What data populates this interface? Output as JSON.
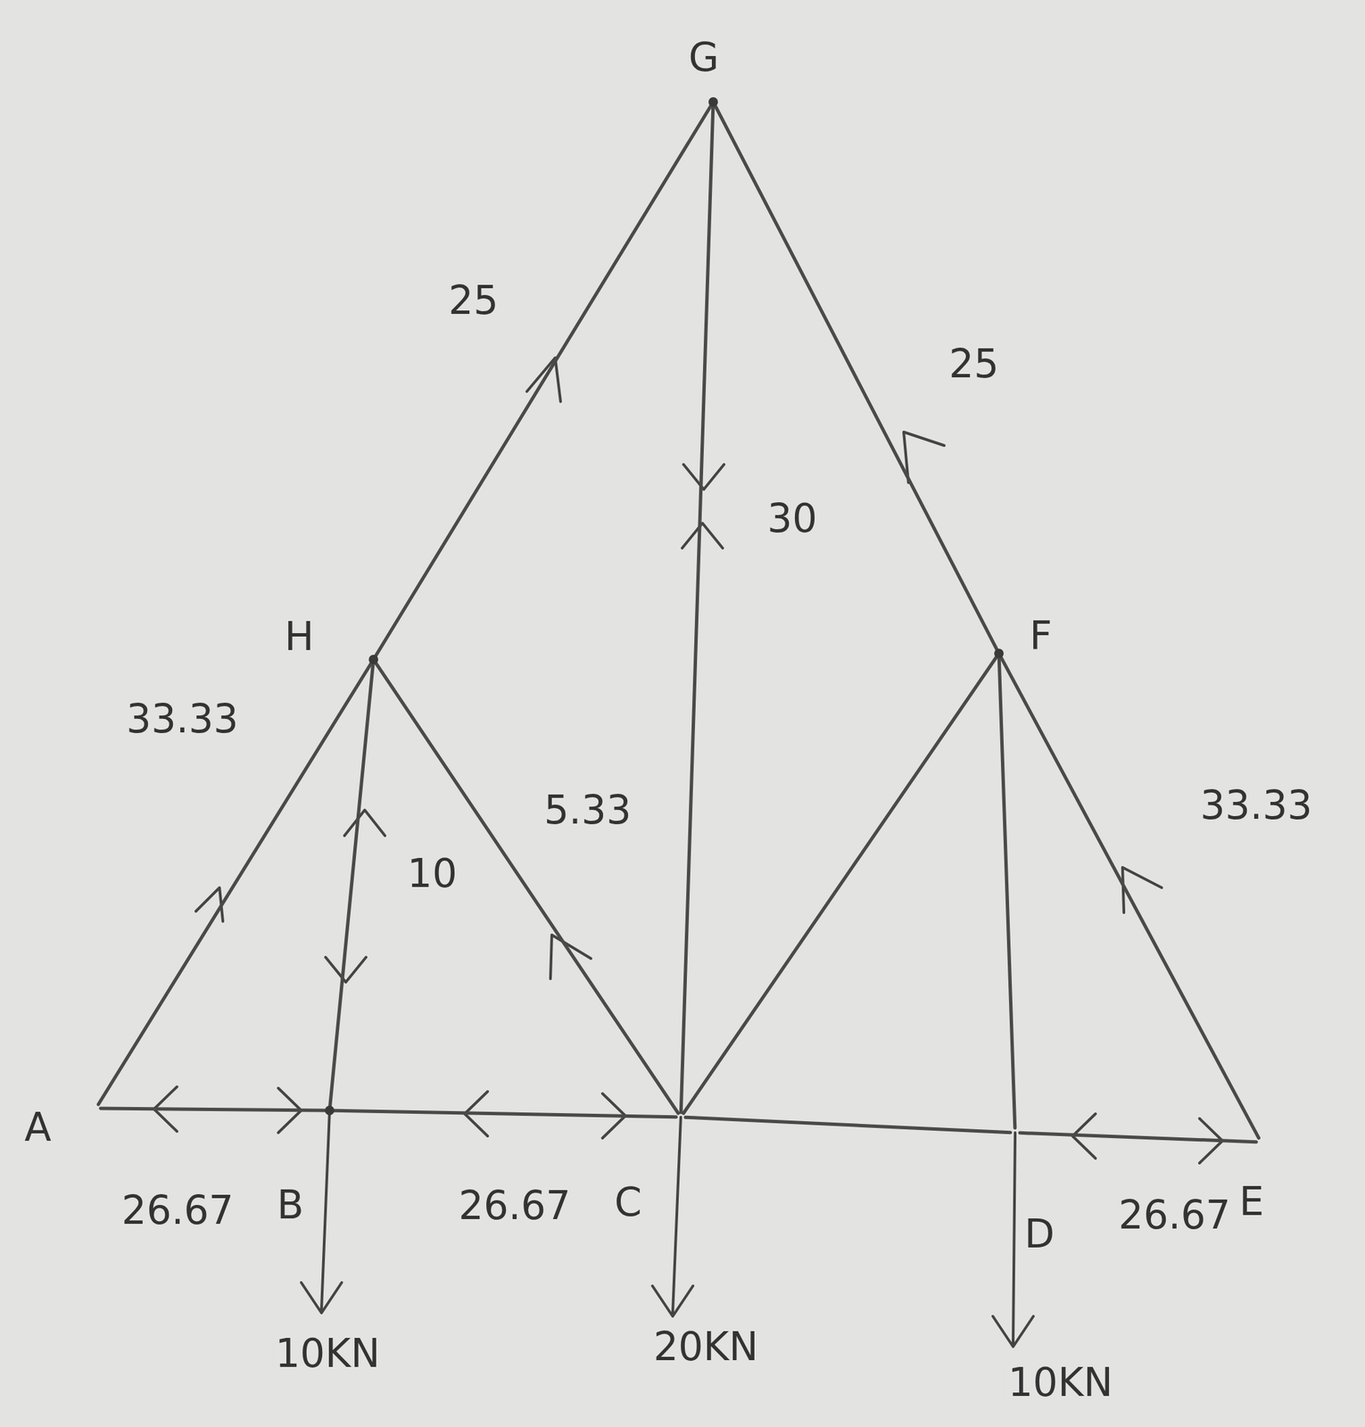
{
  "diagram": {
    "nodes": [
      {
        "text": [
          "G"
        ]
      },
      {
        "text": [
          "H"
        ]
      },
      {
        "text": [
          "F"
        ]
      },
      {
        "text": [
          "A"
        ]
      },
      {
        "text": [
          "B"
        ]
      },
      {
        "text": [
          "C"
        ]
      },
      {
        "text": [
          "D"
        ]
      },
      {
        "text": [
          "E"
        ]
      }
    ],
    "edges": [
      {
        "from": 3,
        "to": 1,
        "arrow": "none",
        "label": "33.33"
      },
      {
        "from": 1,
        "to": 0,
        "arrow": "none",
        "label": "25"
      },
      {
        "from": 0,
        "to": 2,
        "arrow": "none",
        "label": "25"
      },
      {
        "from": 2,
        "to": 7,
        "arrow": "none",
        "label": "33.33"
      },
      {
        "from": 3,
        "to": 4,
        "arrow": "none",
        "label": "26.67"
      },
      {
        "from": 4,
        "to": 5,
        "arrow": "none",
        "label": "26.67"
      },
      {
        "from": 5,
        "to": 6,
        "arrow": "none"
      },
      {
        "from": 6,
        "to": 7,
        "arrow": "none",
        "label": "26.67"
      },
      {
        "from": 4,
        "to": 1,
        "arrow": "none",
        "label": "10"
      },
      {
        "from": 1,
        "to": 5,
        "arrow": "none",
        "label": "5.33"
      },
      {
        "from": 5,
        "to": 0,
        "arrow": "none",
        "label": "30"
      },
      {
        "from": 5,
        "to": 2,
        "arrow": "none"
      },
      {
        "from": 2,
        "to": 6,
        "arrow": "none"
      }
    ],
    "labels": [
      "10KN",
      "20KN",
      "10KN"
    ]
  }
}
